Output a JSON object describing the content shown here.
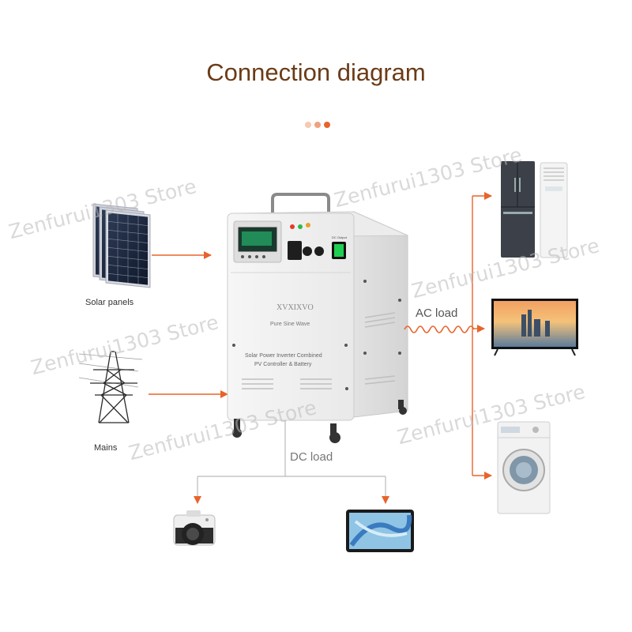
{
  "header": {
    "title": "Connection diagram"
  },
  "dots": [
    "#f6c9b0",
    "#f0a27f",
    "#e8632a"
  ],
  "labels": {
    "solar_panels": "Solar panels",
    "mains": "Mains",
    "ac_load": "AC load",
    "dc_load": "DC load"
  },
  "device": {
    "brand": "XVXIXVO",
    "subtitle": "Pure Sine Wave",
    "description_line1": "Solar Power Inverter Combined",
    "description_line2": "PV Controller & Battery",
    "switch_label": "DC Output"
  },
  "watermark": "Zenfurui1303 Store",
  "colors": {
    "arrow": "#e8632a",
    "title": "#6b3b17",
    "label": "#333333"
  },
  "icons": [
    "solar-panel-icon",
    "power-tower-icon",
    "refrigerator-icon",
    "air-conditioner-icon",
    "tv-icon",
    "washing-machine-icon",
    "camera-icon",
    "tablet-icon"
  ]
}
